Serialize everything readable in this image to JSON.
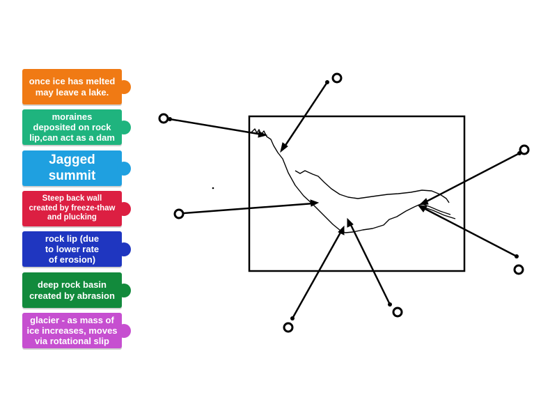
{
  "labels": [
    {
      "text": "once ice has melted\nmay leave a lake.",
      "color": "#f07a14"
    },
    {
      "text": "moraines\ndeposited on rock\nlip,can act as a dam",
      "color": "#1fb47e"
    },
    {
      "text": "Jagged\nsummit",
      "color": "#1fa0e0"
    },
    {
      "text": "Steep back wall\ncreated by freeze-thaw\nand plucking",
      "color": "#dc1f42"
    },
    {
      "text": "rock lip (due\nto lower rate\nof erosion)",
      "color": "#1f36c0"
    },
    {
      "text": "deep rock basin\ncreated by abrasion",
      "color": "#128a3c"
    },
    {
      "text": "glacier - as mass of\nice increases, moves\nvia rotational slip",
      "color": "#c64fd0"
    }
  ]
}
